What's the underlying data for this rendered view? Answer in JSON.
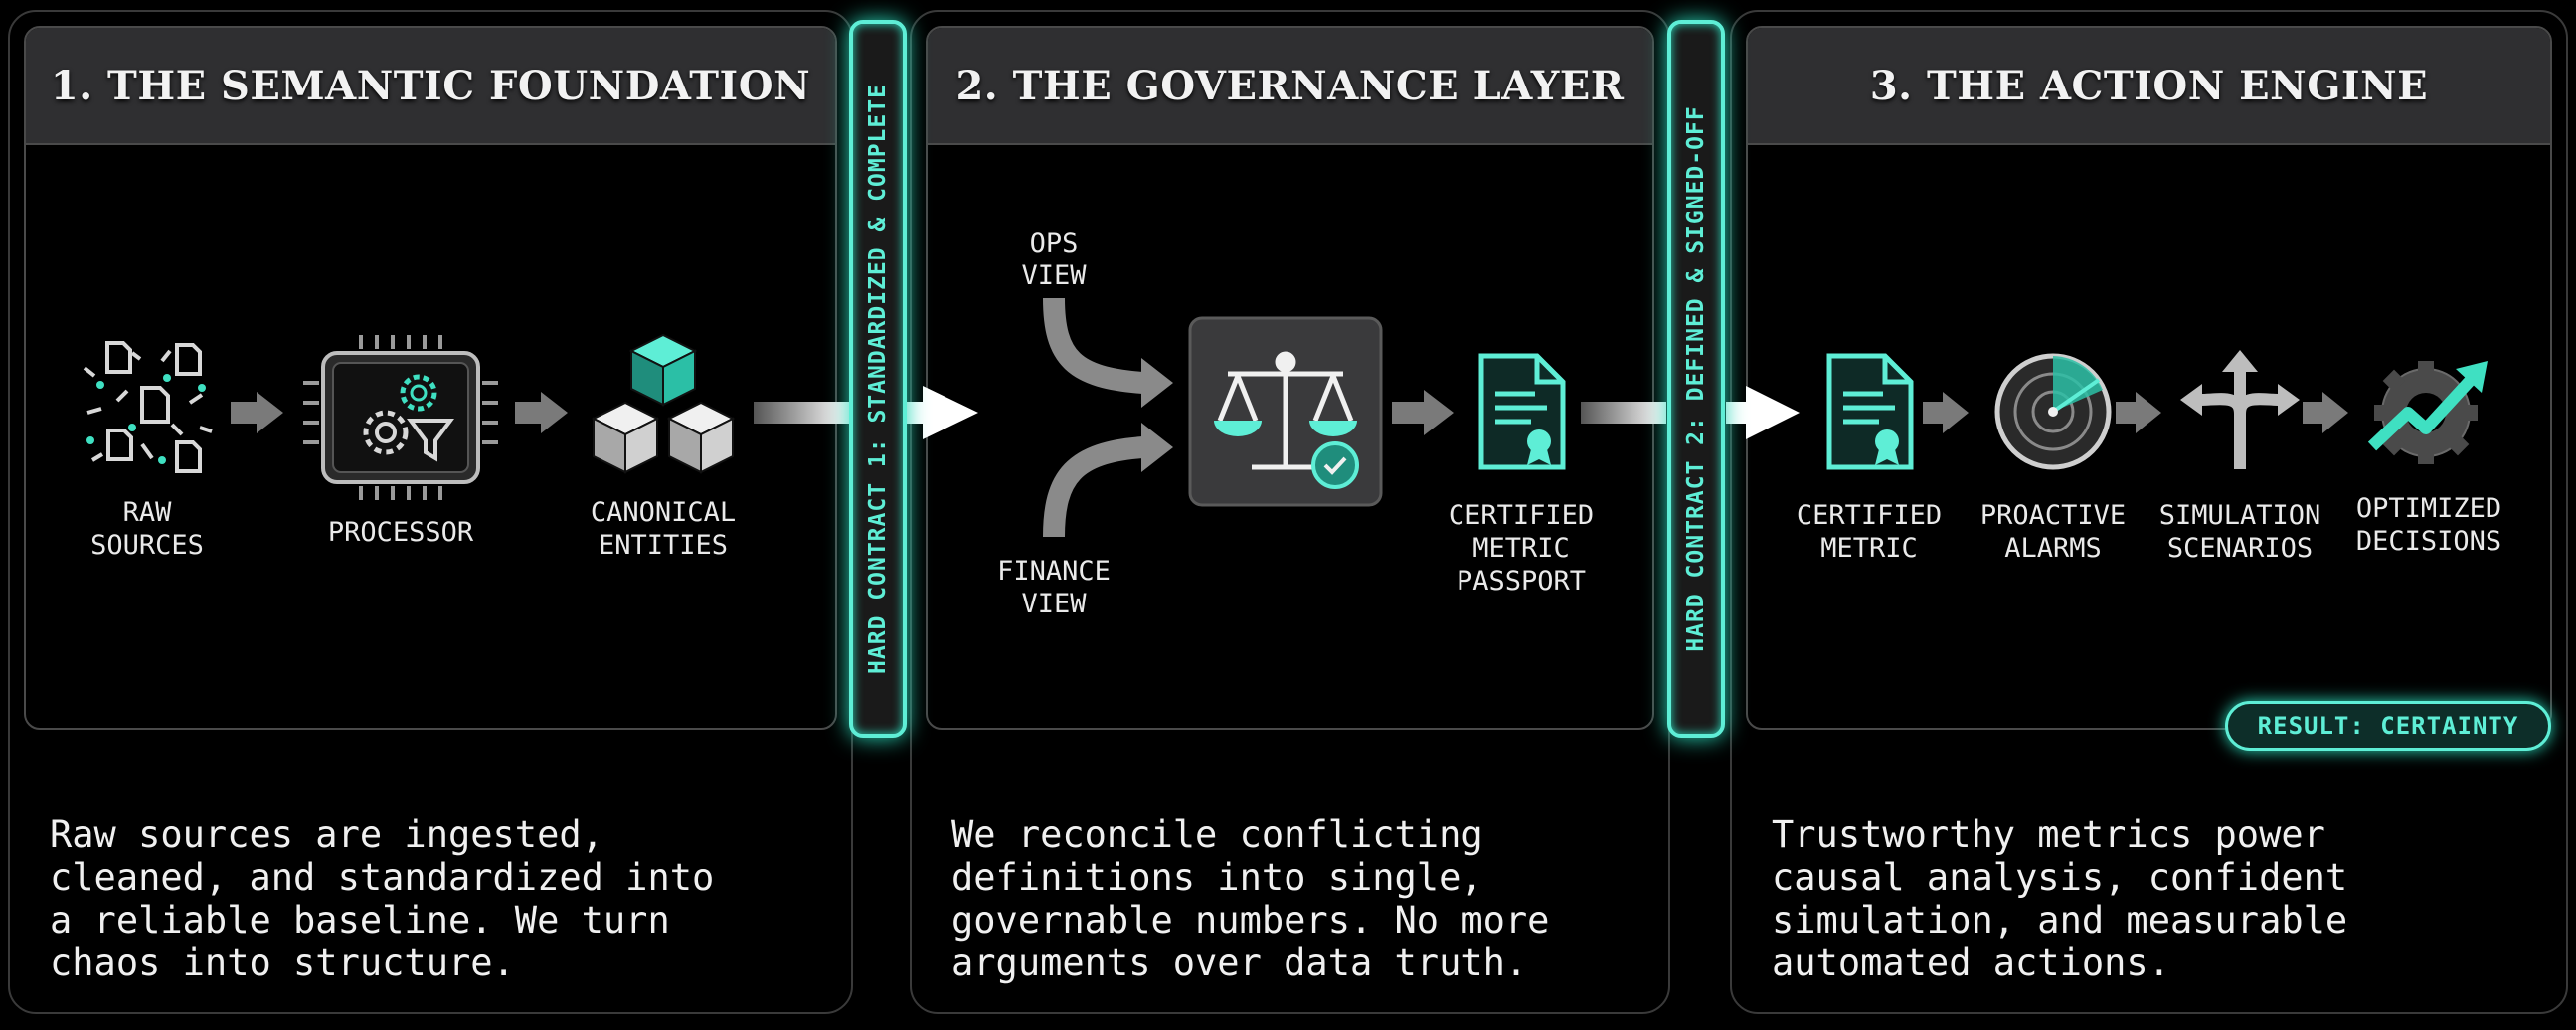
{
  "colors": {
    "accent": "#5eeed6",
    "panel_header": "#2f2f31",
    "background": "#000000"
  },
  "sections": [
    {
      "title": "1. THE SEMANTIC FOUNDATION",
      "description": "Raw sources are ingested,\ncleaned, and standardized into\na reliable baseline. We turn\nchaos into structure.",
      "nodes": [
        {
          "label": "RAW\nSOURCES",
          "icon": "scattered-documents-icon"
        },
        {
          "label": "PROCESSOR",
          "icon": "processor-chip-icon"
        },
        {
          "label": "CANONICAL\nENTITIES",
          "icon": "cubes-icon"
        }
      ]
    },
    {
      "title": "2. THE GOVERNANCE LAYER",
      "description": "We reconcile conflicting\ndefinitions into single,\ngovernable numbers. No more\narguments over data truth.",
      "nodes": [
        {
          "label": "OPS\nVIEW",
          "icon": "curved-arrow-icon"
        },
        {
          "label": "FINANCE\nVIEW",
          "icon": "curved-arrow-icon"
        },
        {
          "label": "",
          "icon": "balance-scale-icon"
        },
        {
          "label": "CERTIFIED\nMETRIC\nPASSPORT",
          "icon": "certified-document-icon"
        }
      ]
    },
    {
      "title": "3. THE ACTION ENGINE",
      "description": "Trustworthy metrics power\ncausal analysis, confident\nsimulation, and measurable\nautomated actions.",
      "nodes": [
        {
          "label": "CERTIFIED\nMETRIC",
          "icon": "certified-document-icon"
        },
        {
          "label": "PROACTIVE\nALARMS",
          "icon": "radar-icon"
        },
        {
          "label": "SIMULATION\nSCENARIOS",
          "icon": "branching-arrows-icon"
        },
        {
          "label": "OPTIMIZED\nDECISIONS",
          "icon": "gear-trend-icon"
        }
      ]
    }
  ],
  "contracts": [
    {
      "label": "HARD CONTRACT 1: STANDARDIZED & COMPLETE"
    },
    {
      "label": "HARD CONTRACT 2: DEFINED & SIGNED-OFF"
    }
  ],
  "result_badge": "RESULT: CERTAINTY"
}
